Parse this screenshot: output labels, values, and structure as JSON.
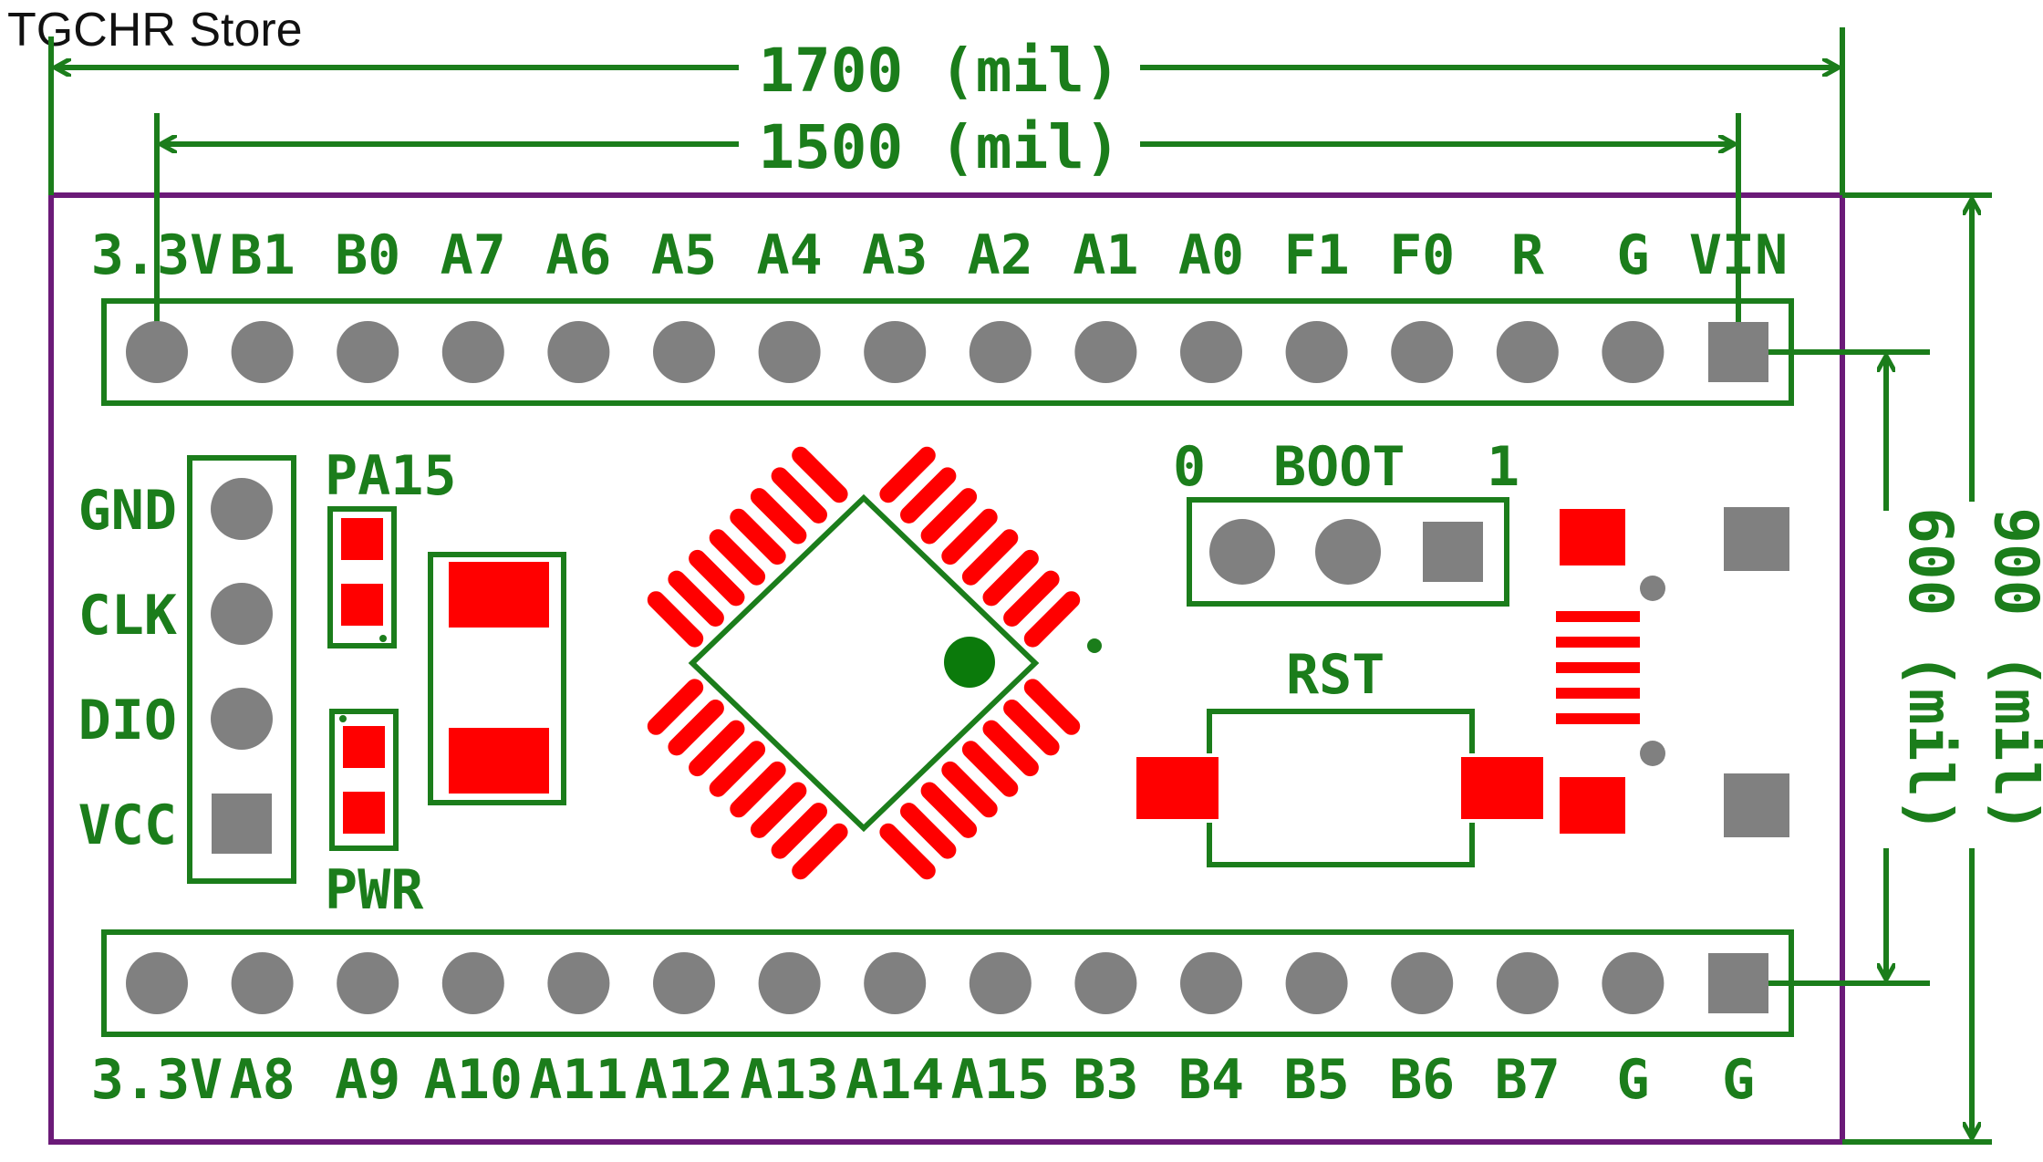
{
  "store_name": "TGCHR Store",
  "colors": {
    "board_outline": "#6b1a78",
    "silkscreen": "#1b7d1b",
    "copper_pad": "#ff0000",
    "through_hole": "#808080"
  },
  "dimensions": {
    "width_outer": "1700 (mil)",
    "width_inner": "1500 (mil)",
    "height_inner": "600 (mil)",
    "height_outer": "900 (mil)"
  },
  "top_header_pins": [
    "3.3V",
    "B1",
    "B0",
    "A7",
    "A6",
    "A5",
    "A4",
    "A3",
    "A2",
    "A1",
    "A0",
    "F1",
    "F0",
    "R",
    "G",
    "VIN"
  ],
  "bottom_header_pins": [
    "3.3V",
    "A8",
    "A9",
    "A10",
    "A11",
    "A12",
    "A13",
    "A14",
    "A15",
    "B3",
    "B4",
    "B5",
    "B6",
    "B7",
    "G",
    "G"
  ],
  "swd_header_pins": [
    "GND",
    "CLK",
    "DIO",
    "VCC"
  ],
  "led_labels": {
    "top": "PA15",
    "bottom": "PWR"
  },
  "boot_jumper": {
    "title": "BOOT",
    "left": "0",
    "right": "1"
  },
  "reset_button": "RST"
}
